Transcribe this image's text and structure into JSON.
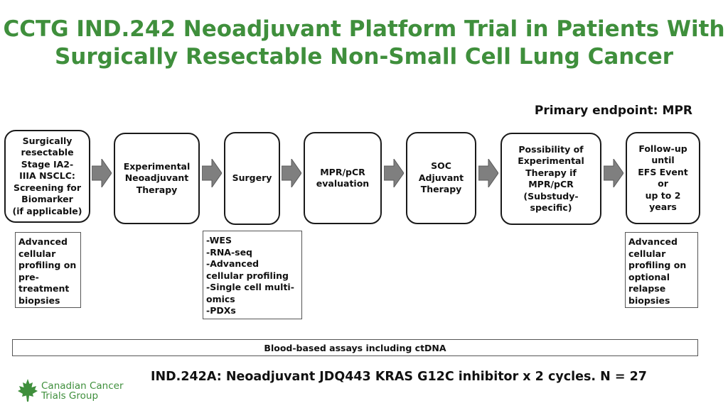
{
  "title": "CCTG IND.242 Neoadjuvant Platform Trial in Patients With\nSurgically Resectable Non-Small Cell Lung Cancer",
  "primary_endpoint": "Primary endpoint: MPR",
  "flow_steps": [
    {
      "id": "screening",
      "label": "Surgically\nresectable\nStage IA2-\nIIIA NSCLC:\nScreening for\nBiomarker\n(if applicable)"
    },
    {
      "id": "neoadjuvant",
      "label": "Experimental\nNeoadjuvant\nTherapy"
    },
    {
      "id": "surgery",
      "label": "Surgery"
    },
    {
      "id": "mpr-evaluation",
      "label": "MPR/pCR\nevaluation"
    },
    {
      "id": "soc-adjuvant",
      "label": "SOC\nAdjuvant\nTherapy"
    },
    {
      "id": "experimental-adjuvant",
      "label": "Possibility of\nExperimental\nTherapy if\nMPR/pCR\n(Substudy-\nspecific)"
    },
    {
      "id": "follow-up",
      "label": "Follow-up\nuntil\nEFS Event\nor\nup to 2\nyears"
    }
  ],
  "notes": {
    "pretreatment": "Advanced\ncellular\nprofiling on\npre-\ntreatment\nbiopsies",
    "surgery": "-WES\n-RNA-seq\n-Advanced\ncellular profiling\n-Single cell multi-\nomics\n-PDXs",
    "relapse": "Advanced\ncellular\nprofiling on\noptional\nrelapse\nbiopsies"
  },
  "blood_assays": "Blood-based assays including ctDNA",
  "substudy": "IND.242A: Neoadjuvant JDQ443 KRAS G12C inhibitor x 2 cycles. N = 27",
  "logo": {
    "text": "Canadian Cancer\nTrials Group"
  },
  "colors": {
    "title_green": "#3f8f3c",
    "arrow_gray": "#7f7f7f",
    "border": "#1a1a1a"
  }
}
